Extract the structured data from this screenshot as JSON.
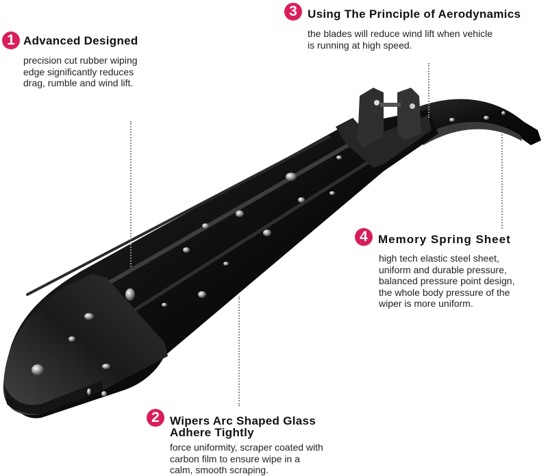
{
  "image": {
    "subject": "wiper-blade-product-infographic",
    "accent_color": "#d81e5b",
    "product_color": "#111111"
  },
  "features": [
    {
      "number": "1",
      "title": "Advanced Designed",
      "description_lines": [
        "precision cut rubber wiping",
        "edge significantly reduces",
        "drag, rumble and wind lift."
      ]
    },
    {
      "number": "2",
      "title_lines": [
        "Wipers Arc Shaped Glass",
        "Adhere Tightly"
      ],
      "description_lines": [
        "force uniformity, scraper coated with",
        "carbon film to ensure wipe in a",
        "calm, smooth scraping."
      ]
    },
    {
      "number": "3",
      "title": "Using The Principle of Aerodynamics",
      "description_lines": [
        "the blades will reduce wind lift when vehicle",
        "is running at high speed."
      ]
    },
    {
      "number": "4",
      "title": "Memory Spring Sheet",
      "description_lines": [
        "high tech elastic steel sheet,",
        "uniform and durable pressure,",
        "balanced pressure point design,",
        "the whole body pressure of the",
        "wiper is more uniform."
      ]
    }
  ]
}
